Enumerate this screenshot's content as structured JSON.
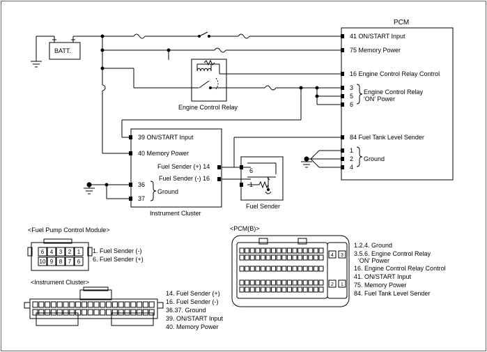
{
  "battery": {
    "label": "BATT."
  },
  "pcm": {
    "title": "PCM",
    "pins": [
      {
        "id": "p41",
        "label": "41 ON/START Input"
      },
      {
        "id": "p75",
        "label": "75 Memory Power"
      },
      {
        "id": "p16",
        "label": "16 Engine Control Relay Control"
      },
      {
        "id": "p3",
        "label": "3"
      },
      {
        "id": "p5",
        "label": "5"
      },
      {
        "id": "p6",
        "label": "6"
      },
      {
        "id": "p84",
        "label": "84 Fuel Tank Level Sender"
      },
      {
        "id": "p1",
        "label": "1"
      },
      {
        "id": "p2",
        "label": "2"
      },
      {
        "id": "p4",
        "label": "4"
      }
    ],
    "relay_power_line1": "Engine Control Relay",
    "relay_power_line2": "'ON' Power",
    "ground_label": "Ground"
  },
  "engine_relay": {
    "label": "Engine Control Relay"
  },
  "instrument_cluster": {
    "title": "Instrument Cluster",
    "pin39": "39 ON/START Input",
    "pin40": "40 Memory Power",
    "sender_plus": "Fuel Sender (+) 14",
    "sender_minus": "Fuel Sender (-) 16",
    "pin36": "36",
    "pin37": "37",
    "ground_label": "Ground"
  },
  "fuel_sender": {
    "title": "Fuel Sender",
    "pin6": "6",
    "pin1": "1"
  },
  "connectors": {
    "fpcm": {
      "title": "<Fuel Pump Control Module>",
      "top_row": [
        "6",
        "4",
        "3",
        "2",
        "1"
      ],
      "bottom_row": [
        "10",
        "9",
        "8",
        "7",
        "6"
      ],
      "legend": [
        "1. Fuel Sender (-)",
        "6. Fuel Sender (+)"
      ]
    },
    "pcmb": {
      "title": "<PCM(B)>",
      "side_top": [
        "4",
        "3"
      ],
      "side_bottom": [
        "2",
        "1"
      ],
      "legend": [
        "1.2.4. Ground",
        "3.5.6. Engine Control Relay",
        "'ON' Power",
        "16. Engine Control Relay Control",
        "41. ON/START Input",
        "75. Memory Power",
        "84. Fuel Tank Level Sender"
      ]
    },
    "cluster": {
      "title": "<Instrument Cluster>",
      "legend": [
        "14. Fuel Sender (+)",
        "16. Fuel Sender (-)",
        "36.37. Ground",
        "39. ON/START Input",
        "40. Memory Power"
      ]
    }
  }
}
